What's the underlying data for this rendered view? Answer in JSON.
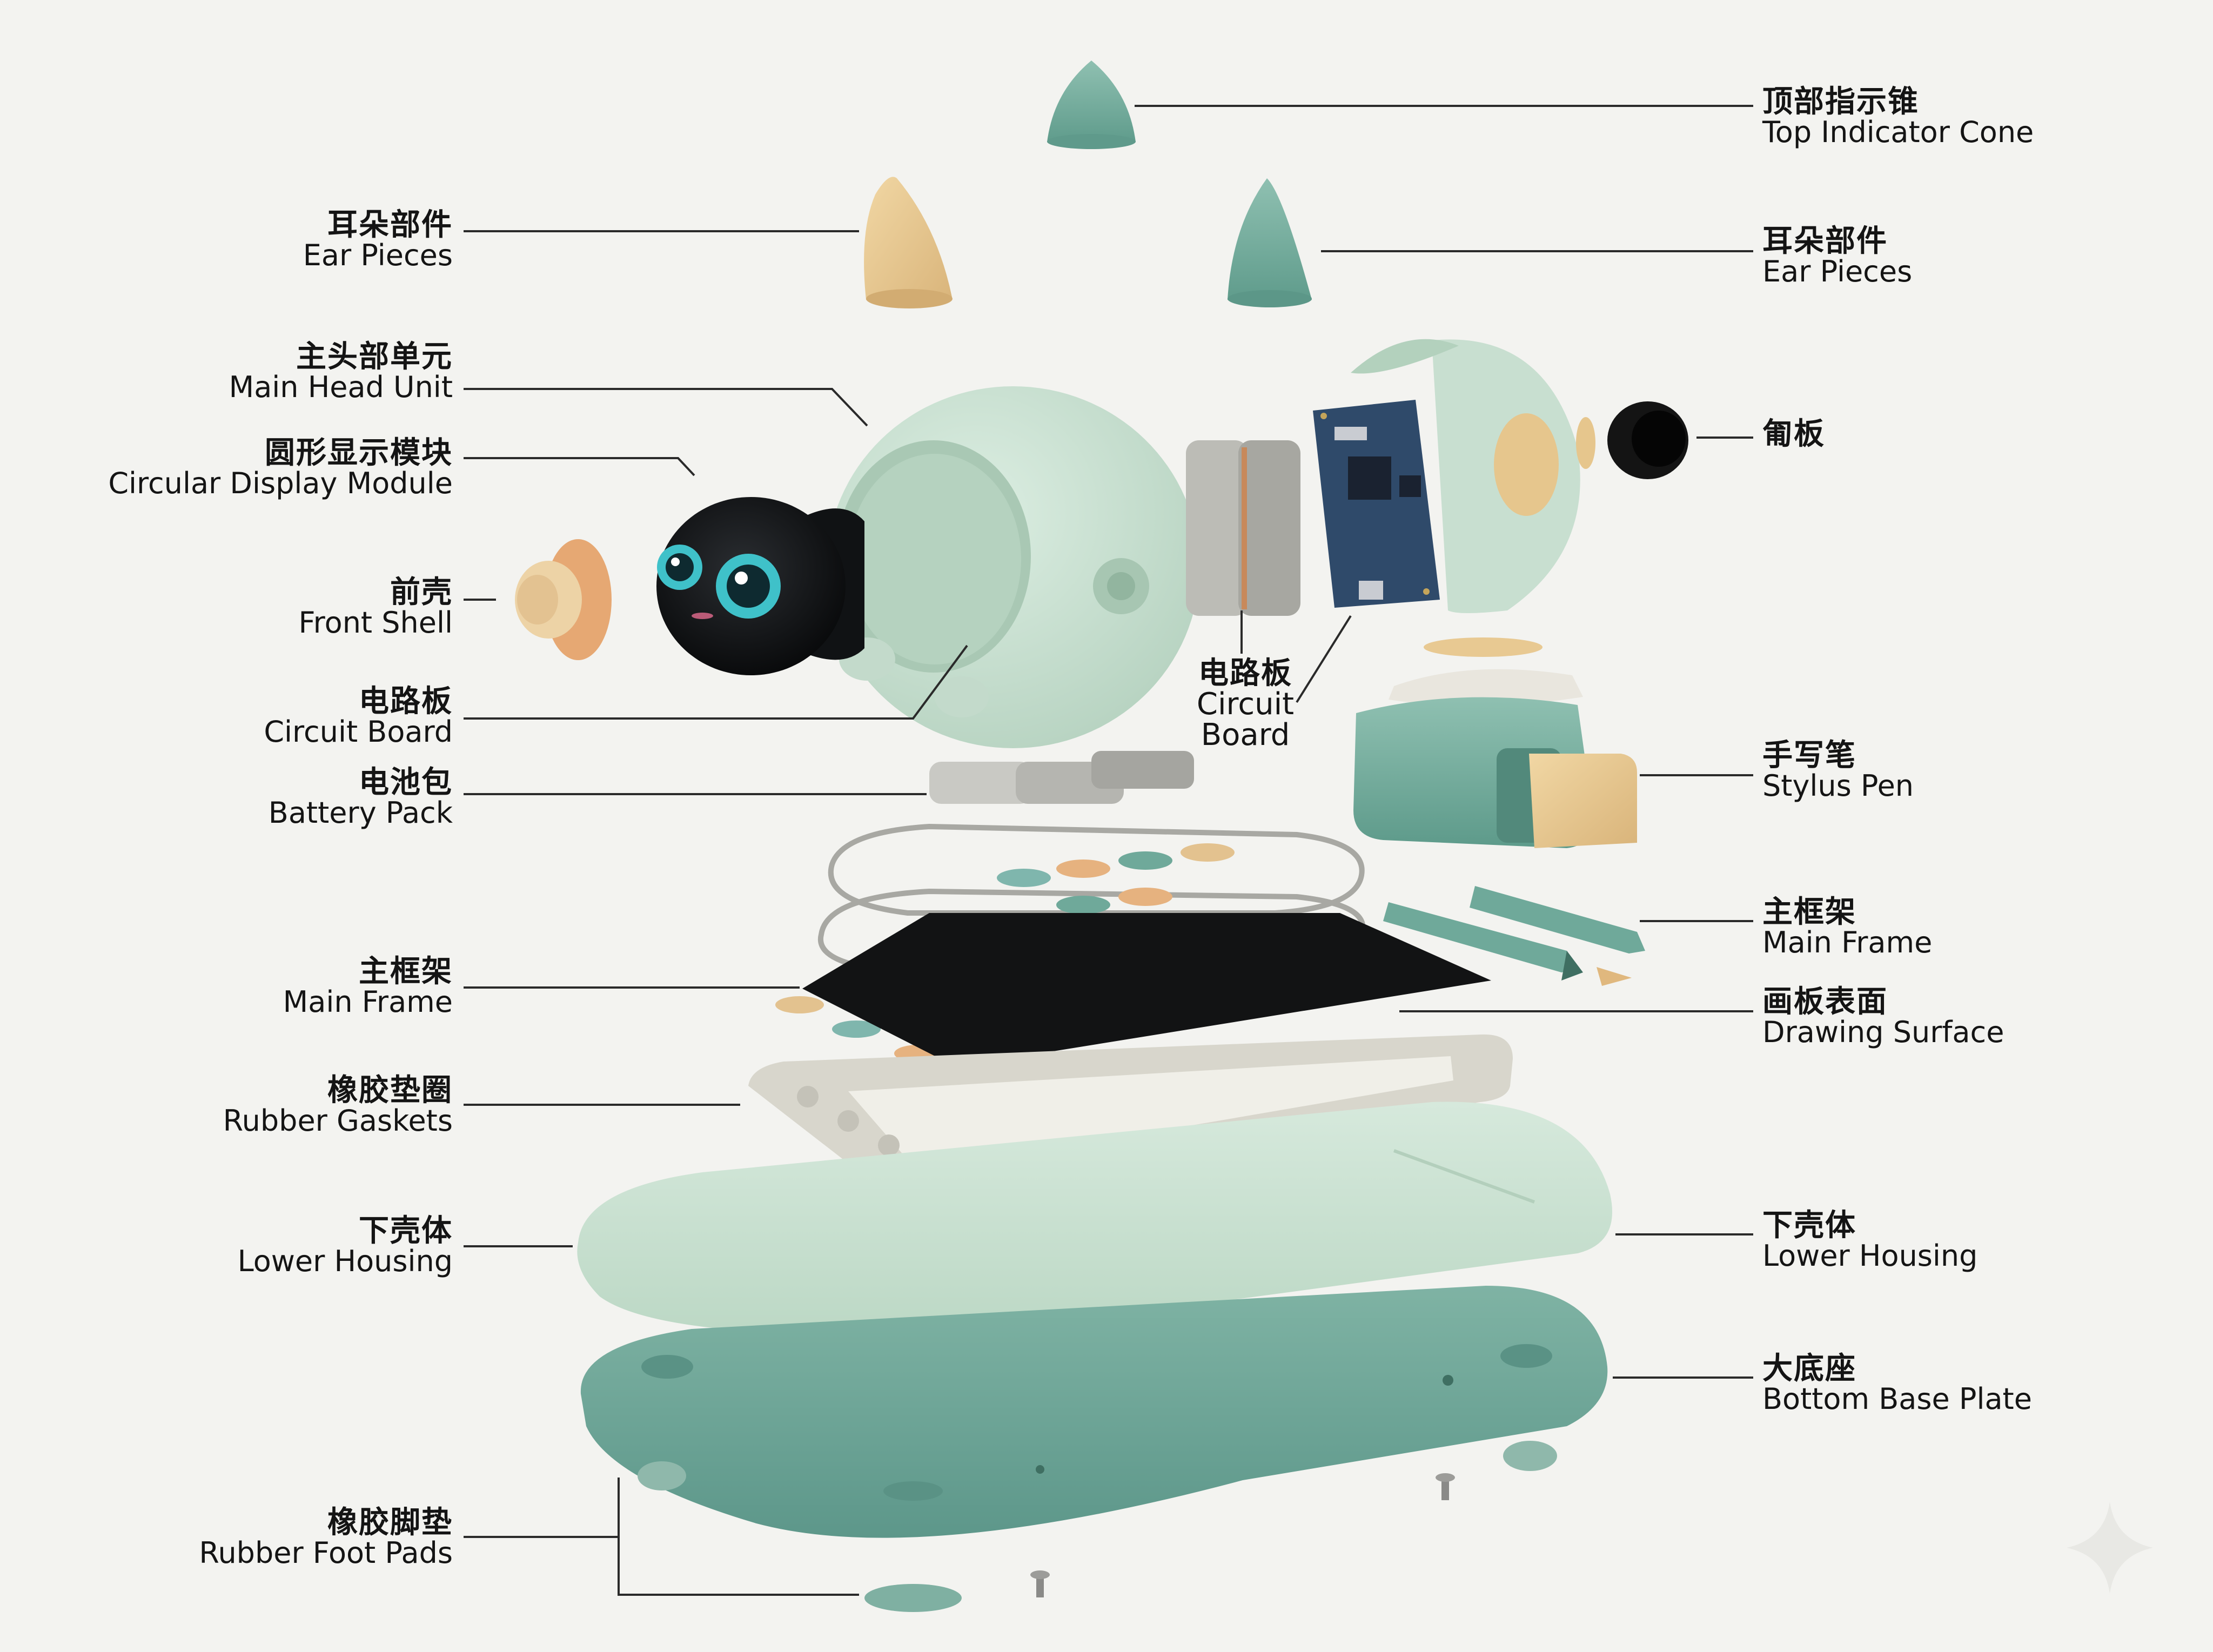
{
  "labels": {
    "top_indicator_cone": {
      "zh": "顶部指示锥",
      "en": "Top Indicator Cone"
    },
    "ear_pieces_left": {
      "zh": "耳朵部件",
      "en": "Ear Pieces"
    },
    "ear_pieces_right": {
      "zh": "耳朵部件",
      "en": "Ear Pieces"
    },
    "main_head_unit": {
      "zh": "主头部单元",
      "en": "Main Head Unit"
    },
    "circular_display_module": {
      "zh": "圆形显示模块",
      "en": "Circular Display Module"
    },
    "plate_right": {
      "zh": "匍板"
    },
    "front_shell": {
      "zh": "前壳",
      "en": "Front Shell"
    },
    "circuit_board_left": {
      "zh": "电路板",
      "en": "Circuit Board"
    },
    "circuit_board_center": {
      "zh": "电路板",
      "en_line1": "Circuit",
      "en_line2": "Board"
    },
    "battery_pack": {
      "zh": "电池包",
      "en": "Battery Pack"
    },
    "stylus_pen": {
      "zh": "手写笔",
      "en": "Stylus Pen"
    },
    "main_frame_left": {
      "zh": "主框架",
      "en": "Main Frame"
    },
    "main_frame_right": {
      "zh": "主框架",
      "en": "Main Frame"
    },
    "drawing_surface": {
      "zh": "画板表面",
      "en": "Drawing Surface"
    },
    "rubber_gaskets": {
      "zh": "橡胶垫圈",
      "en": "Rubber Gaskets"
    },
    "lower_housing_left": {
      "zh": "下壳体",
      "en": "Lower Housing"
    },
    "lower_housing_right": {
      "zh": "下壳体",
      "en": "Lower Housing"
    },
    "bottom_base_plate": {
      "zh": "大底座",
      "en": "Bottom Base Plate"
    },
    "rubber_foot_pads": {
      "zh": "橡胶脚垫",
      "en": "Rubber Foot Pads"
    }
  },
  "colors": {
    "background": "#f3f3f0",
    "mint_light": "#cfe3d4",
    "mint": "#bcd9c6",
    "teal": "#6fa99a",
    "teal_dark": "#4f8f80",
    "sand": "#e9c98f",
    "peach": "#e8b48a",
    "pcb_blue": "#2f4a6a",
    "black_glass": "#141618",
    "eye_cyan": "#3fc1c9",
    "gray_metal": "#b9b9b4",
    "leader_line": "#2a2a2a"
  }
}
